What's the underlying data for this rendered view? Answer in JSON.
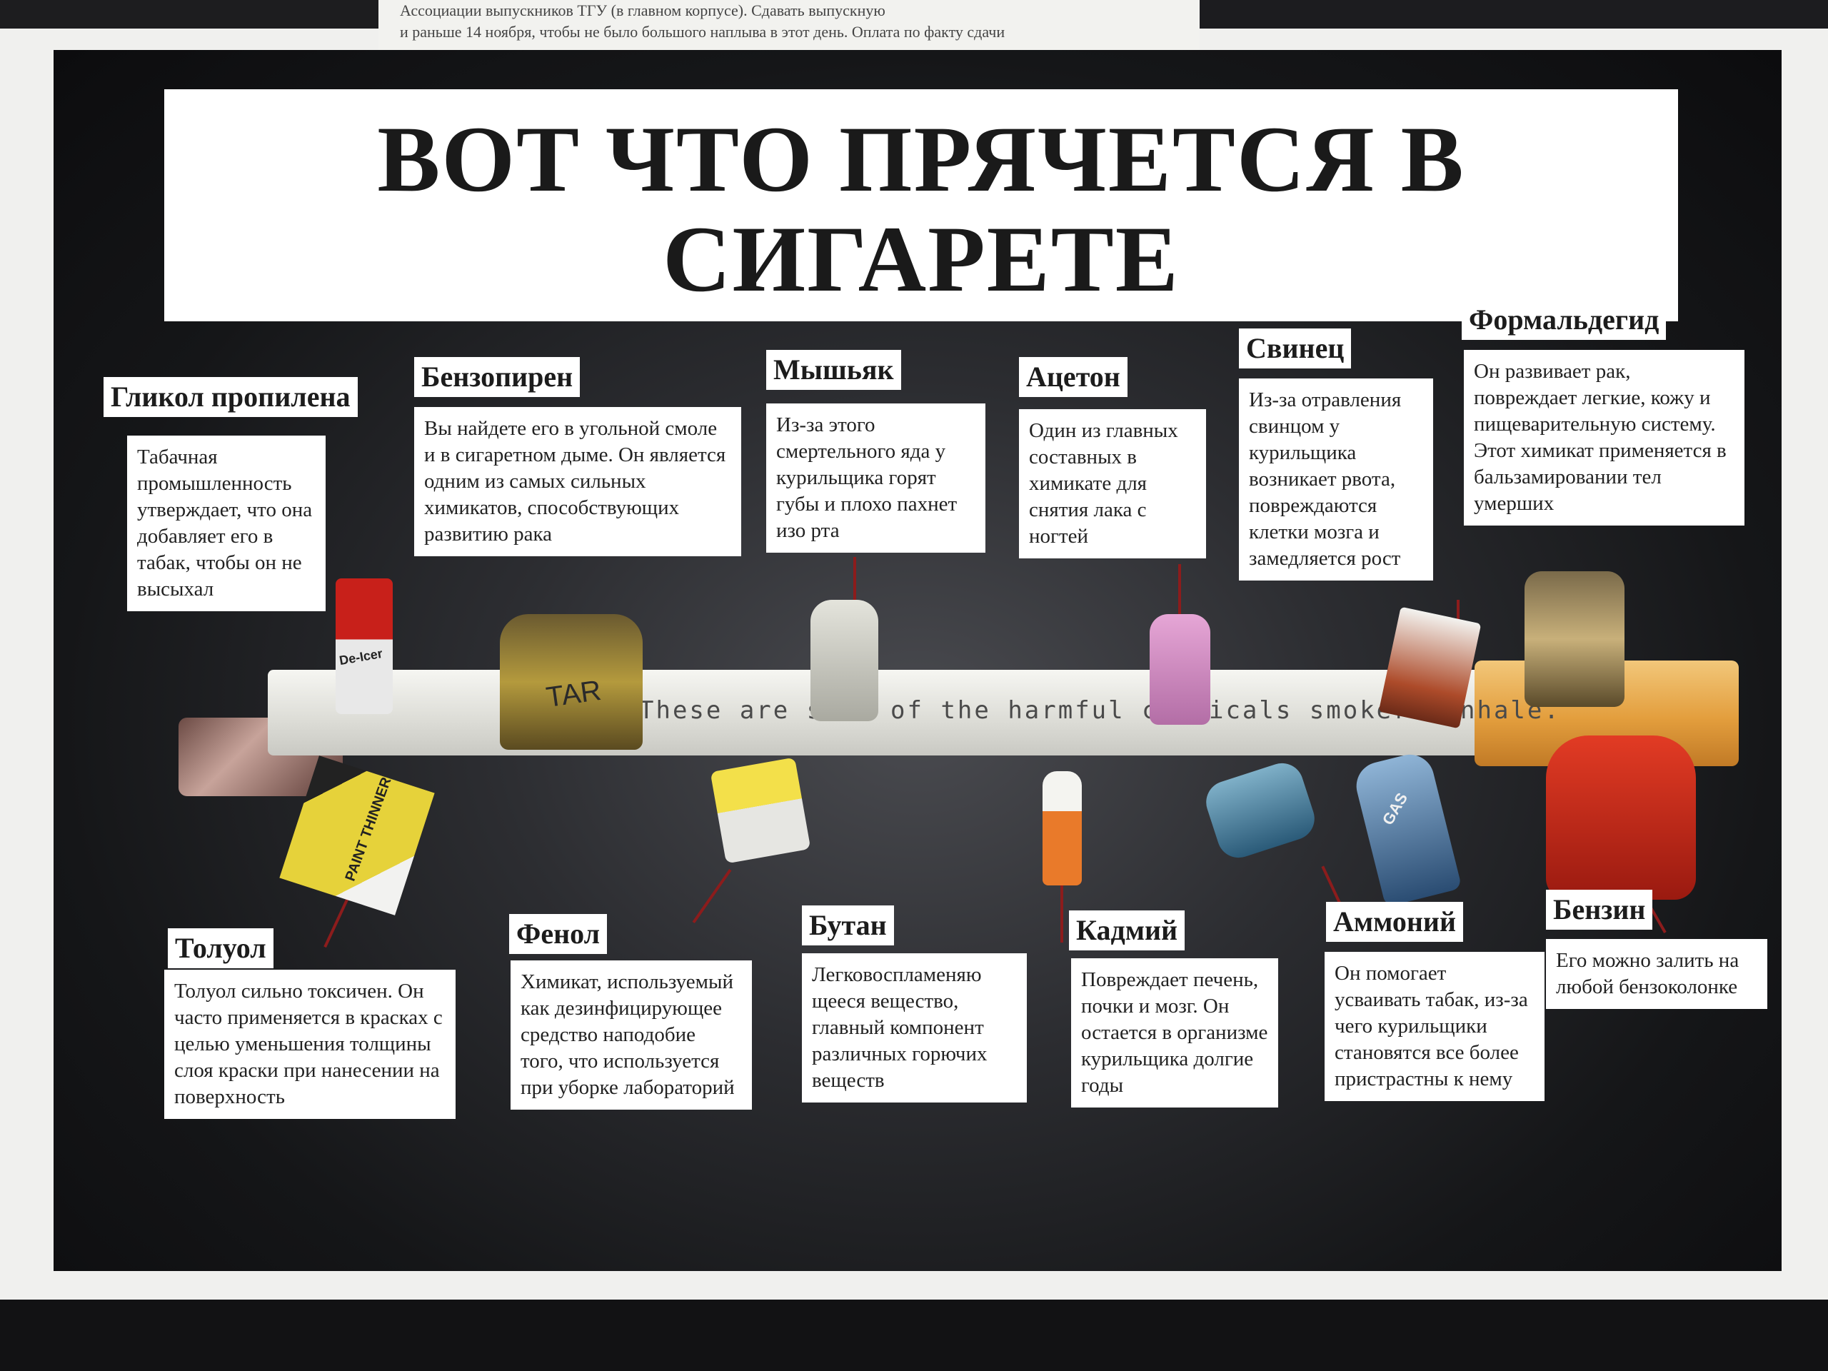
{
  "top_notice": {
    "line1": "Ассоциации выпускников ТГУ (в главном корпусе). Сдавать выпускную",
    "line2": "и раньше 14 ноября, чтобы не было большого наплыва в этот день. Оплата по факту сдачи"
  },
  "poster": {
    "title_line1": "ВОТ ЧТО ПРЯЧЕТСЯ В",
    "title_line2": "СИГАРЕТЕ",
    "cigarette_caption": "These are some of the harmful chemicals smokers inhale.",
    "chemicals": {
      "glycol": {
        "name": "Гликол пропилена",
        "description": "Табачная промышленность утверждает, что она добавляет его в табак, чтобы он не высыхал"
      },
      "benzopyrene": {
        "name": "Бензопирен",
        "description": "Вы найдете его в угольной смоле и в сигаретном дыме. Он является одним из самых сильных химикатов, способствующих развитию рака"
      },
      "arsenic": {
        "name": "Мышьяк",
        "description": "Из-за этого смертельного яда у курильщика горят губы и плохо пахнет изо рта"
      },
      "acetone": {
        "name": "Ацетон",
        "description": "Один из главных составных в химикате для снятия лака с ногтей"
      },
      "lead": {
        "name": "Свинец",
        "description": "Из-за отравления свинцом у курильщика возникает рвота, повреждаются клетки мозга и замедляется рост"
      },
      "formaldehyde": {
        "name": "Формальдегид",
        "description": "Он развивает рак, повреждает легкие, кожу и пищеварительную систему. Этот химикат применяется в бальзамировании тел умерших"
      },
      "toluene": {
        "name": "Толуол",
        "description": "Толуол сильно токсичен. Он часто применяется в красках с целью уменьшения толщины слоя краски при нанесении на поверхность"
      },
      "phenol": {
        "name": "Фенол",
        "description": "Химикат, используемый как дезинфицирующее средство наподобие того, что используется при уборке лабораторий"
      },
      "butane": {
        "name": "Бутан",
        "description": "Легковоспламеняю щееся вещество, главный компонент различных горючих веществ"
      },
      "cadmium": {
        "name": "Кадмий",
        "description": "Повреждает печень, почки и мозг. Он остается в организме курильщика долгие годы"
      },
      "ammonia": {
        "name": "Аммоний",
        "description": "Он помогает усваивать табак, из-за чего курильщики становятся все более пристрастны к нему"
      },
      "gasoline": {
        "name": "Бензин",
        "description": "Его можно залить на любой бензоколонке"
      }
    },
    "product_labels": {
      "de_icer": "De-Icer",
      "tar": "TAR",
      "paint_thinner": "PAINT THINNER",
      "gas": "GAS"
    }
  }
}
